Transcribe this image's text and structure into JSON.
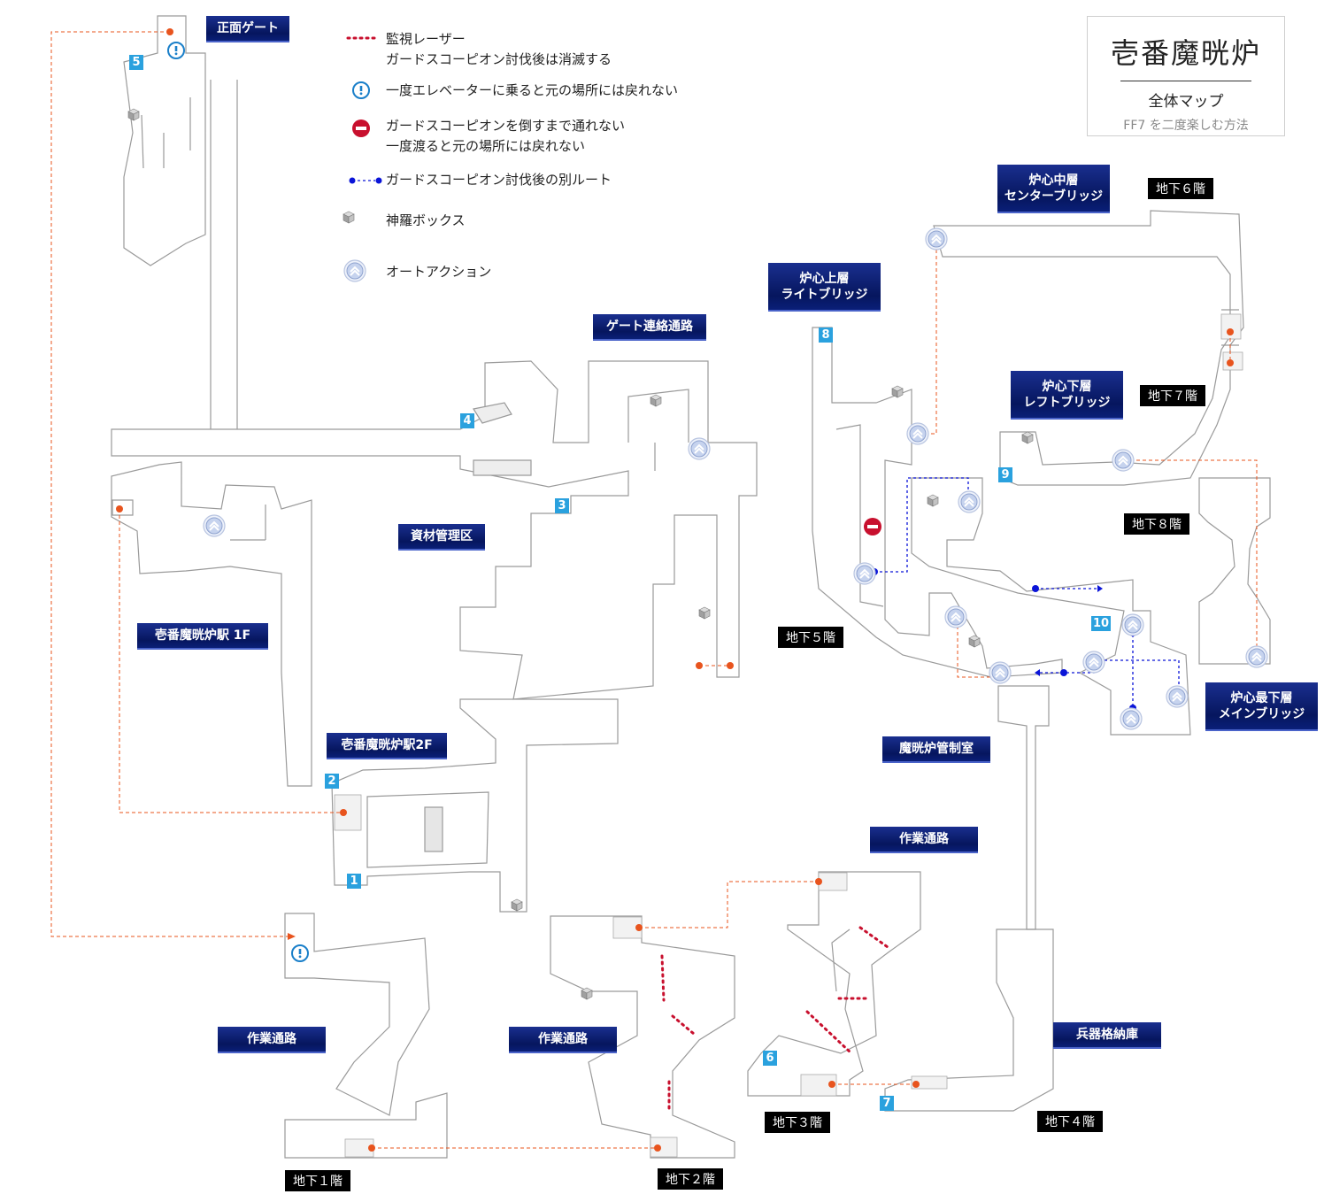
{
  "title": {
    "main": "壱番魔晄炉",
    "sub": "全体マップ",
    "credit": "FF7 を二度楽しむ方法"
  },
  "legend": {
    "laser": "監視レーザー\nガードスコーピオン討伐後は消滅する",
    "elevator": "一度エレベーターに乗ると元の場所には戻れない",
    "blocked": "ガードスコーピオンを倒すまで通れない\n一度渡ると元の場所には戻れない",
    "alt_route": "ガードスコーピオン討伐後の別ルート",
    "shinra_box": "神羅ボックス",
    "auto_action": "オートアクション"
  },
  "areas": {
    "front_gate": "正面ゲート",
    "gate_passage": "ゲート連絡通路",
    "material_area": "資材管理区",
    "station_1f": "壱番魔晄炉駅 1F",
    "station_2f": "壱番魔晄炉駅2F",
    "core_upper": "炉心上層\nライトブリッジ",
    "core_middle": "炉心中層\nセンターブリッジ",
    "core_lower": "炉心下層\nレフトブリッジ",
    "core_bottom": "炉心最下層\nメインブリッジ",
    "control_room": "魔晄炉管制室",
    "work_passage_a": "作業通路",
    "work_passage_b": "作業通路",
    "work_passage_c": "作業通路",
    "weapon_storage": "兵器格納庫"
  },
  "floors": {
    "b1": "地下１階",
    "b2": "地下２階",
    "b3": "地下３階",
    "b4": "地下４階",
    "b5": "地下５階",
    "b6": "地下６階",
    "b7": "地下７階",
    "b8": "地下８階"
  },
  "numbers": [
    "1",
    "2",
    "3",
    "4",
    "5",
    "6",
    "7",
    "8",
    "9",
    "10"
  ],
  "colors": {
    "area_label": "#06165e",
    "number_badge": "#2aa1de",
    "route_orange": "#e8541e",
    "laser_red": "#c8102e",
    "alt_blue": "#0a14d8",
    "elevator_blue": "#1a7fc9"
  }
}
